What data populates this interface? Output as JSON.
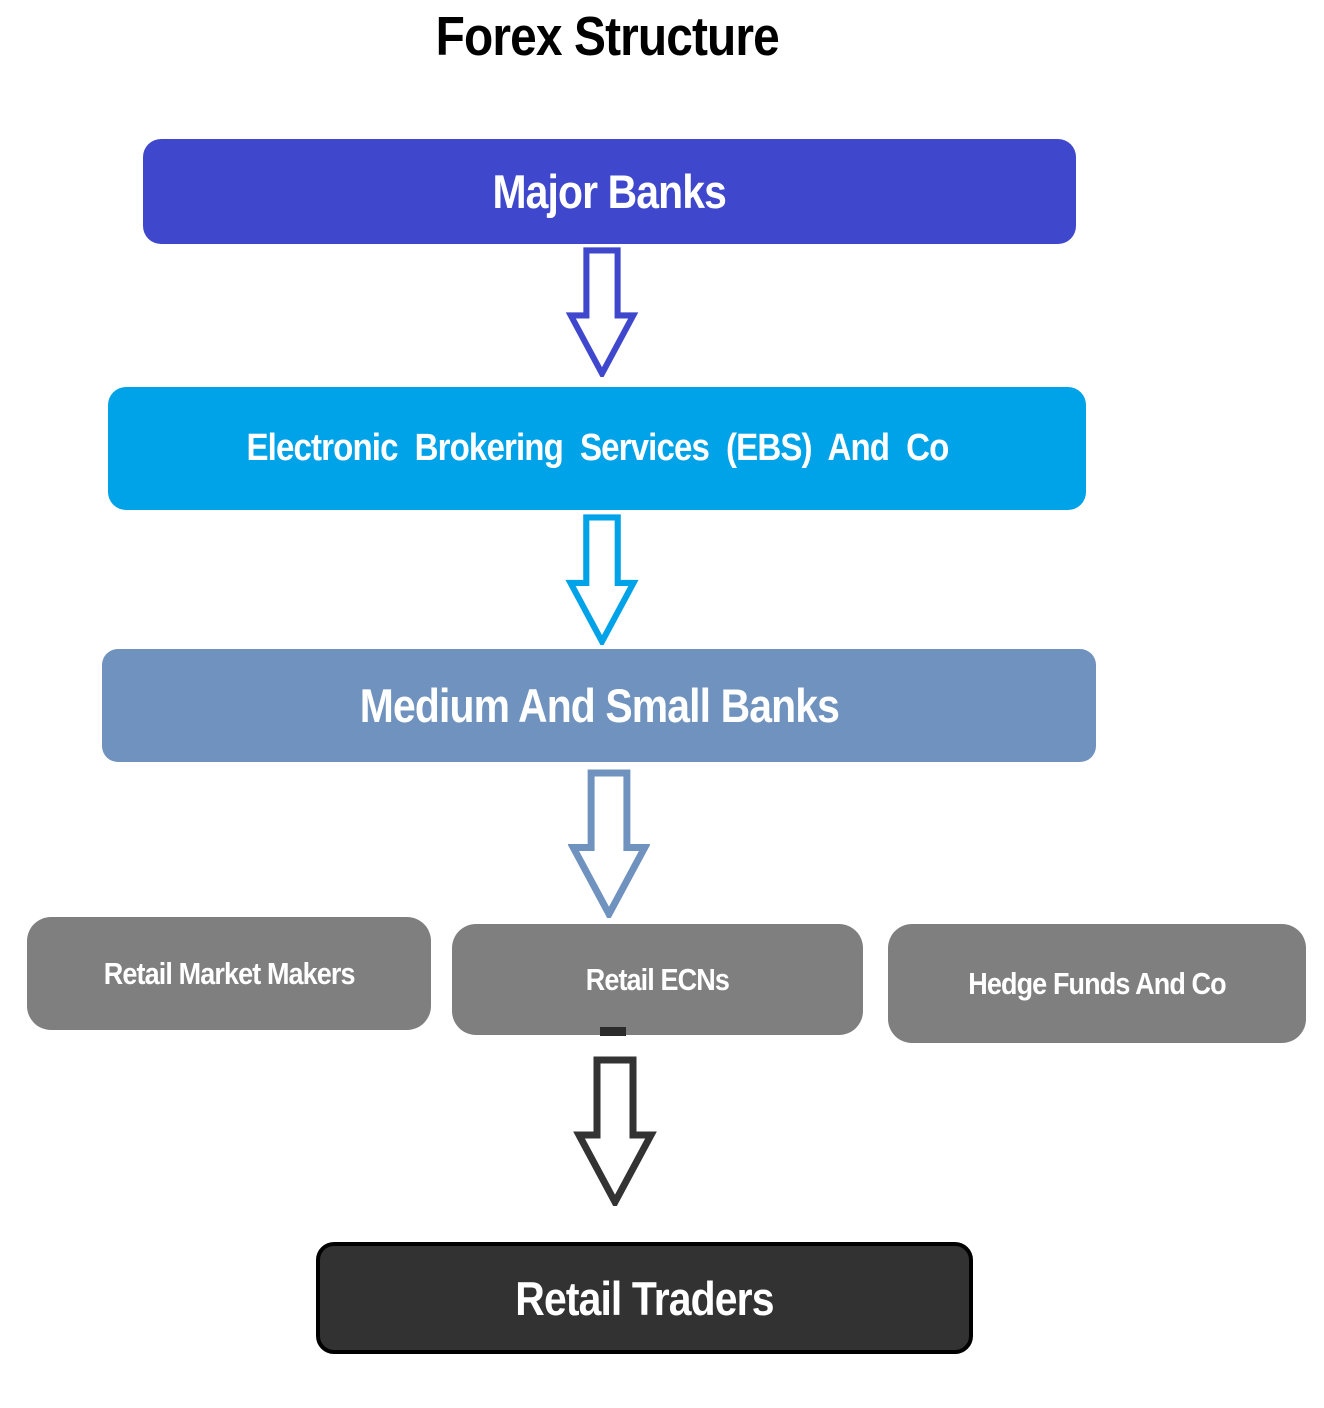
{
  "title": "Forex Structure",
  "colors": {
    "background": "#FFFFFF",
    "title_text": "#000000",
    "node_text": "#FFFFFF",
    "traders_border": "#000000"
  },
  "diagram": {
    "nodes": [
      {
        "id": "major-banks",
        "label": "Major Banks",
        "bg": "#3F48CC",
        "text_color": "#FFFFFF"
      },
      {
        "id": "ebs",
        "label": "Electronic Brokering Services (EBS) And Co",
        "bg": "#00A2E8",
        "text_color": "#FFFFFF"
      },
      {
        "id": "medium-small-banks",
        "label": "Medium And Small Banks",
        "bg": "#7092BE",
        "text_color": "#FFFFFF"
      },
      {
        "id": "retail-market-makers",
        "label": "Retail Market Makers",
        "bg": "#7F7F7F",
        "text_color": "#FFFFFF"
      },
      {
        "id": "retail-ecns",
        "label": "Retail ECNs",
        "bg": "#7F7F7F",
        "text_color": "#FFFFFF"
      },
      {
        "id": "hedge-funds",
        "label": "Hedge Funds And Co",
        "bg": "#7F7F7F",
        "text_color": "#FFFFFF"
      },
      {
        "id": "retail-traders",
        "label": "Retail Traders",
        "bg": "#323232",
        "text_color": "#FFFFFF",
        "border": "#000000"
      }
    ],
    "arrows": [
      {
        "id": "arrow-major-to-ebs",
        "direction": "down",
        "color": "#3F48CC"
      },
      {
        "id": "arrow-ebs-to-medium",
        "direction": "down",
        "color": "#00A2E8"
      },
      {
        "id": "arrow-medium-to-retail",
        "direction": "down",
        "color": "#7092BE"
      },
      {
        "id": "arrow-ecns-to-traders",
        "direction": "down",
        "color": "#333333"
      }
    ]
  }
}
